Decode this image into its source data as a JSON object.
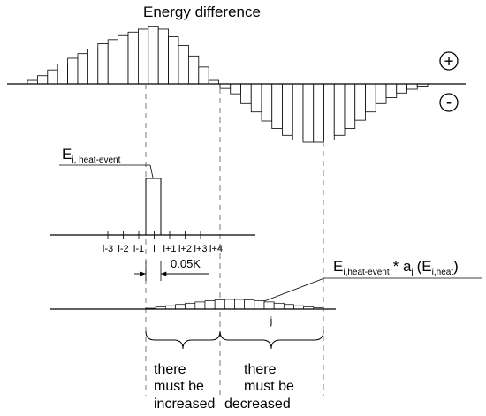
{
  "title": "Energy difference",
  "signs": {
    "plus": "+",
    "minus": "-"
  },
  "top_histogram": {
    "positive_values": [
      0.6,
      1.4,
      2.4,
      3.4,
      4.4,
      5.2,
      6.0,
      6.9,
      7.6,
      8.3,
      8.9,
      9.4,
      9.8,
      9.4,
      8.1,
      6.6,
      4.8,
      2.9,
      0.6
    ],
    "negative_values": [
      0.6,
      1.3,
      2.6,
      3.7,
      4.9,
      5.9,
      6.8,
      7.4,
      7.7,
      7.7,
      7.4,
      6.8,
      5.9,
      4.8,
      3.7,
      2.6,
      1.8,
      1.2,
      0.7,
      0.3
    ]
  },
  "event_label": {
    "main": "E",
    "sub": "i, heat-event"
  },
  "event_bar_value": 1.0,
  "tick_labels": [
    "i-3",
    "i-2",
    "i-1",
    "i",
    "i+1",
    "i+2",
    "i+3",
    "i+4"
  ],
  "step_label": "0.05K",
  "spread_label": {
    "E": "E",
    "sub1": "i,heat-event",
    "star_a": "* a",
    "sub_j": "j",
    "paren_open": "(E",
    "sub2": "i,heat",
    "paren_close": ")"
  },
  "spread_histogram": {
    "values": [
      0.2,
      0.5,
      0.8,
      1.1,
      1.4,
      1.7,
      2.0,
      2.2,
      2.3,
      2.3,
      2.2,
      2.0,
      1.7,
      1.4,
      1.1,
      0.8,
      0.5,
      0.3
    ]
  },
  "j_label": "j",
  "region_left": [
    "there",
    "must be",
    "increased"
  ],
  "region_right": [
    "there",
    "must be",
    "decreased"
  ]
}
